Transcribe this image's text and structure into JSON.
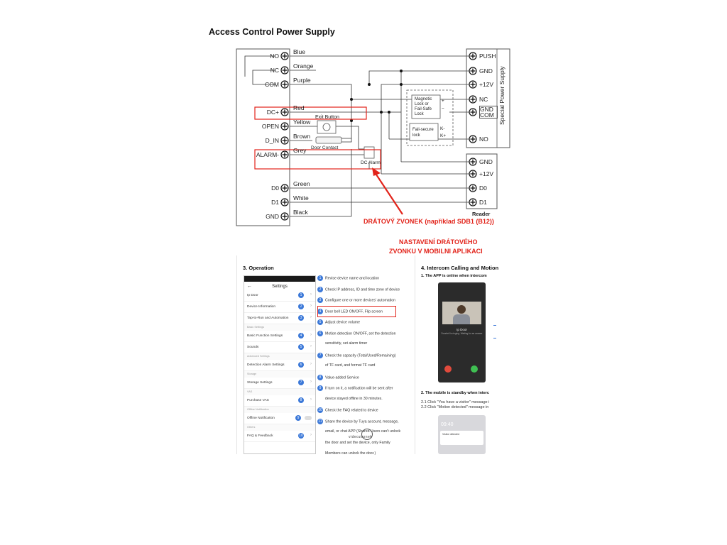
{
  "title": "Access Control Power Supply",
  "left_terminals": [
    {
      "label": "NO",
      "wire": "Blue"
    },
    {
      "label": "NC",
      "wire": "Orange"
    },
    {
      "label": "COM",
      "wire": "Purple"
    },
    {
      "label": "DC+",
      "wire": "Red"
    },
    {
      "label": "OPEN",
      "wire": "Yellow"
    },
    {
      "label": "D_IN",
      "wire": "Brown"
    },
    {
      "label": "ALARM-",
      "wire": "Grey"
    },
    {
      "label": "D0",
      "wire": "Green"
    },
    {
      "label": "D1",
      "wire": "White"
    },
    {
      "label": "GND",
      "wire": "Black"
    }
  ],
  "power_supply": {
    "title": "Special Power Supply",
    "terminals": [
      "PUSH",
      "GND",
      "+12V",
      "NC",
      "GND COM",
      "NO"
    ]
  },
  "reader": {
    "title": "Reader",
    "terminals": [
      "GND",
      "+12V",
      "D0",
      "D1"
    ]
  },
  "components": {
    "exit_button": "Exit Button",
    "door_contact": "Door Contact",
    "dc_alarm": "DC Alarm",
    "maglock": [
      "Magnetic",
      "Lock or",
      "Fail-Safe",
      "Lock"
    ],
    "failsecure": [
      "Fail-secure",
      "lock"
    ],
    "maglock_plus": "+",
    "maglock_minus": "−",
    "failsecure_plus": "K-",
    "failsecure_minus": "K+"
  },
  "annotations": {
    "bell": "DRÁTOVÝ ZVONEK (například SDB1 (B12))",
    "app_line1": "NASTAVENÍ DRÁTOVÉHO",
    "app_line2": "ZVONKU V MOBILNI APLIKACI"
  },
  "operation": {
    "heading": "3. Operation",
    "phone": {
      "title": "Settings",
      "rows": [
        {
          "type": "row",
          "label": "Ip Door",
          "num": "1"
        },
        {
          "type": "row",
          "label": "Device Information",
          "num": "2"
        },
        {
          "type": "row",
          "label": "Tap-to-Run and Automation",
          "num": "3"
        },
        {
          "type": "section",
          "label": "Basic Settings"
        },
        {
          "type": "row",
          "label": "Basic Function Settings",
          "num": "4"
        },
        {
          "type": "row",
          "label": "Sounds",
          "num": "5"
        },
        {
          "type": "section",
          "label": "Advanced Settings"
        },
        {
          "type": "row",
          "label": "Detection Alarm Settings",
          "num": "6"
        },
        {
          "type": "section",
          "label": "Storage"
        },
        {
          "type": "row",
          "label": "Storage Settings",
          "num": "7"
        },
        {
          "type": "section",
          "label": "VAS"
        },
        {
          "type": "row",
          "label": "Purchase VAS",
          "num": "8"
        },
        {
          "type": "section",
          "label": "Offline Notification"
        },
        {
          "type": "toggle",
          "label": "Offline Notification",
          "num": "9"
        },
        {
          "type": "section",
          "label": "Others"
        },
        {
          "type": "row",
          "label": "FAQ & Feedback",
          "num": "10"
        }
      ]
    },
    "steps": [
      {
        "n": "1",
        "text": "Revise device name and location"
      },
      {
        "n": "2",
        "text": "Check IP address, ID and time zone of device"
      },
      {
        "n": "3",
        "text": "Configure one or more devices' automation"
      },
      {
        "n": "4",
        "text": "Door bell LED ON/OFF, Flip screen"
      },
      {
        "n": "5",
        "text": "Adjust device volume"
      },
      {
        "n": "6",
        "text": "Motion detection ON/OFF, set the detection"
      },
      {
        "n": "",
        "text": "sensitivity, set alarm timer"
      },
      {
        "n": "7",
        "text": "Check the capacity (Total/Used/Remaining)"
      },
      {
        "n": "",
        "text": "of TF card, and format TF card"
      },
      {
        "n": "8",
        "text": "Value-added Service"
      },
      {
        "n": "9",
        "text": "If turn on it, a notification will be sent after"
      },
      {
        "n": "",
        "text": "device stayed offline in 30 minutes."
      },
      {
        "n": "10",
        "text": "Check the FAQ related to device"
      },
      {
        "n": "11",
        "text": "Share the device by Tuya account, message,"
      },
      {
        "n": "",
        "text": "email, or chat APP (Shared Users can't unlock"
      },
      {
        "n": "",
        "text": "the door and set the device, only Family"
      },
      {
        "n": "",
        "text": "Members can unlock the door.)"
      }
    ],
    "watermark": "videozvonek"
  },
  "intercom": {
    "heading": "4. Intercom Calling and Motion",
    "sub1": "1. The APP is online when intercom",
    "call_title": "Ip Door",
    "call_sub": "Doorbell is ringing. Waiting for an answer",
    "sub2": "2. The mobile is standby when interc",
    "note1": "2.1 Click \"You have a visitor\" message i",
    "note2": "2.2 Click \"Motion detected\" message in",
    "standby_time": "09:40",
    "standby_item": "Visitor detected"
  },
  "colors": {
    "highlight": "#e2231a",
    "step_badge": "#3b78d8",
    "decline": "#e04a3c",
    "accept": "#3fbf52"
  }
}
